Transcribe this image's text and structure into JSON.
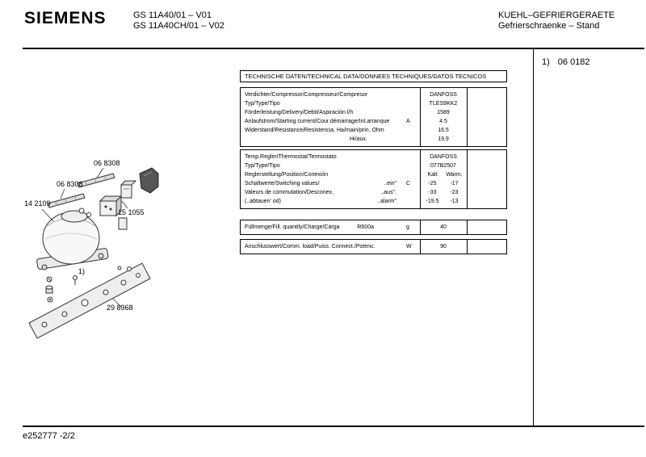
{
  "header": {
    "brand": "SIEMENS",
    "model_line1": "GS 11A40/01 – V01",
    "model_line2": "GS 11A40CH/01 – V02",
    "category_line1": "KUEHL–GEFRIERGERAETE",
    "category_line2": "Gefrierschraenke – Stand"
  },
  "side_note": {
    "ref": "1)",
    "value": "06 0182"
  },
  "footer": "e252777 -2/2",
  "diagram": {
    "labels": {
      "l1": "06 8308",
      "l2": "06 8308",
      "l3": "14 2109",
      "l4": "15 1055",
      "l5": "29 8968",
      "footnote": "1)"
    }
  },
  "table": {
    "title": "TECHNISCHE DATEN/TECHNICAL DATA/DONNEES TECHNIQUES/DATOS TECNICOS",
    "block1": {
      "rows": [
        {
          "label": "Verdichter/Compressor/Compresseur/Compresor",
          "value": "DANFOSS"
        },
        {
          "label": "Typ/Type/Tipo",
          "value": "TLES9KK2"
        },
        {
          "label": "Förderleistung/Delivery/Debit/Aspiración l/h",
          "value": "1589"
        },
        {
          "label": "Anlaufstrom/Starting current/Cour.démarrage/Int.arranque",
          "unit": "A",
          "value": "4.5"
        },
        {
          "label": "Widerstand/Resistance/Resistencia. Ha/main/prin. Ohm",
          "value": "16.5"
        },
        {
          "label": "Hi/aux.",
          "value": "19.9"
        }
      ]
    },
    "block2": {
      "rows": [
        {
          "label": "Temp.Regler/Thermostat/Termostato",
          "value": "DANFOSS"
        },
        {
          "label": "Typ/Type/Tipo",
          "value": "077B2507"
        },
        {
          "label": "Reglerstellung/Position/Conexión",
          "value1": "Kalt",
          "value2": "Warm."
        },
        {
          "label": "Schaltwerte/Switching values/",
          "mid": "..ein\"",
          "unit": "C",
          "value1": "-25",
          "value2": "-17"
        },
        {
          "label": "Valeurs de commutation/Desconex.",
          "mid": "..aus\".",
          "value1": "-33",
          "value2": "-23"
        },
        {
          "label": "(..abtauen' od)",
          "mid": "..alarm\"",
          "value1": "-19.5",
          "value2": "-13"
        }
      ]
    },
    "block3": {
      "label": "Füllmenge/Fill. quantily/Charge/Carga",
      "mid": "R600a",
      "unit": "g",
      "value": "40"
    },
    "block4": {
      "label": "Anschlusswert/Comm. load/Puiss. Connect./Potenc.",
      "unit": "W",
      "value": "90"
    }
  }
}
